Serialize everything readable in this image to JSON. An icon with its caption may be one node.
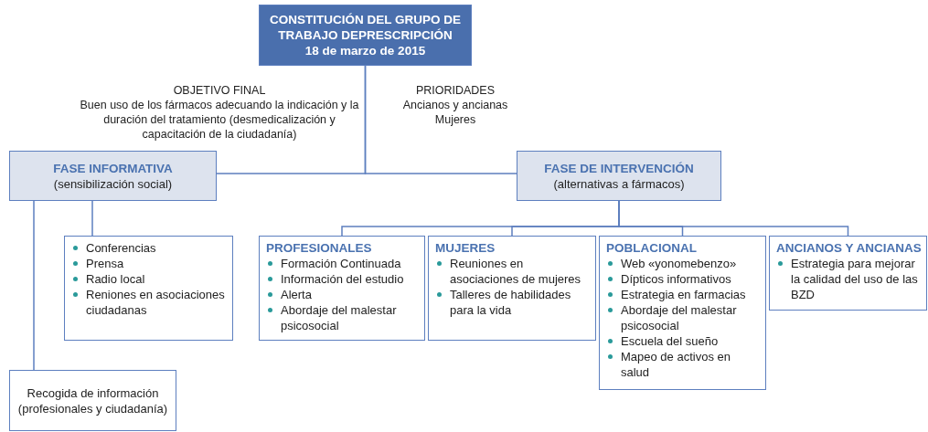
{
  "diagram": {
    "nodes": [
      {
        "text": [
          "CONSTITUCIÓN DEL GRUPO DE TRABAJO DEPRESCRIPCIÓN",
          "18 de marzo de 2015"
        ]
      },
      {
        "text": [
          "FASE INFORMATIVA",
          "(sensibilización social)"
        ]
      },
      {
        "text": [
          "FASE DE INTERVENCIÓN",
          "(alternativas a fármacos)"
        ]
      },
      {
        "text": [
          "Conferencias",
          "Prensa",
          "Radio local",
          "Reniones en asociaciones ciudadanas"
        ]
      },
      {
        "text": [
          "Recogida de información (profesionales y ciudadanía)"
        ]
      },
      {
        "text": [
          "PROFESIONALES",
          "Formación Continuada",
          "Información del estudio",
          "Alerta",
          "Abordaje del malestar psicosocial"
        ]
      },
      {
        "text": [
          "MUJERES",
          "Reuniones en asociaciones de mujeres",
          "Talleres de habilidades para la vida"
        ]
      },
      {
        "text": [
          "POBLACIONAL",
          "Web «yonomebenzo»",
          "Dípticos informativos",
          "Estrategia en farmacias",
          "Abordaje del malestar psicosocial",
          "Escuela del sueño",
          "Mapeo de activos en salud"
        ]
      },
      {
        "text": [
          "ANCIANOS Y ANCIANAS",
          "Estrategia para mejorar la calidad del uso de las BZD"
        ]
      }
    ],
    "edges": [
      {
        "from": 0,
        "to": 1,
        "arrow": "none"
      },
      {
        "from": 0,
        "to": 2,
        "arrow": "none"
      },
      {
        "from": 1,
        "to": 3,
        "arrow": "none"
      },
      {
        "from": 1,
        "to": 4,
        "arrow": "none"
      },
      {
        "from": 2,
        "to": 5,
        "arrow": "none"
      },
      {
        "from": 2,
        "to": 6,
        "arrow": "none"
      },
      {
        "from": 2,
        "to": 7,
        "arrow": "none"
      },
      {
        "from": 2,
        "to": 8,
        "arrow": "none"
      }
    ],
    "labels": [
      "OBJETIVO FINAL",
      "Buen uso de los fármacos adecuando la indicación y la duración del tratamiento (desmedicalización y capacitación de la ciudadanía)",
      "PRIORIDADES",
      "Ancianos y ancianas",
      "Mujeres"
    ]
  }
}
